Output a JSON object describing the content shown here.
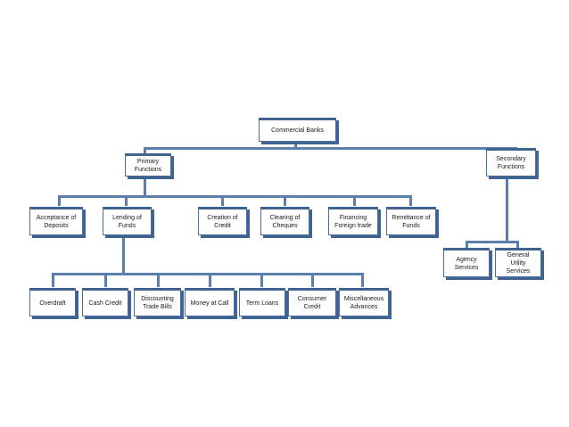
{
  "root": {
    "label": "Commercial Banks"
  },
  "primary": {
    "label": "Primary\nFunctions"
  },
  "secondary": {
    "label": "Secondary\nFunctions"
  },
  "primary_children": [
    {
      "label": "Acceptance of\nDeposits"
    },
    {
      "label": "Lending of\nFunds"
    },
    {
      "label": "Creation of\nCredit"
    },
    {
      "label": "Clearing of\nCheques"
    },
    {
      "label": "Financing\nForeign trade"
    },
    {
      "label": "Remittance of\nFunds"
    }
  ],
  "lending_children": [
    {
      "label": "Overdraft"
    },
    {
      "label": "Cash Credit"
    },
    {
      "label": "Discounting\nTrade Bills"
    },
    {
      "label": "Money  at Call"
    },
    {
      "label": "Term Loans"
    },
    {
      "label": "Consumer\nCredit"
    },
    {
      "label": "Miscellaneous\nAdvances"
    }
  ],
  "secondary_children": [
    {
      "label": "Agency\nServices"
    },
    {
      "label": "General\nUtility\nServices"
    }
  ],
  "colors": {
    "line": "#5a7fad",
    "box_border": "#3f6494"
  }
}
